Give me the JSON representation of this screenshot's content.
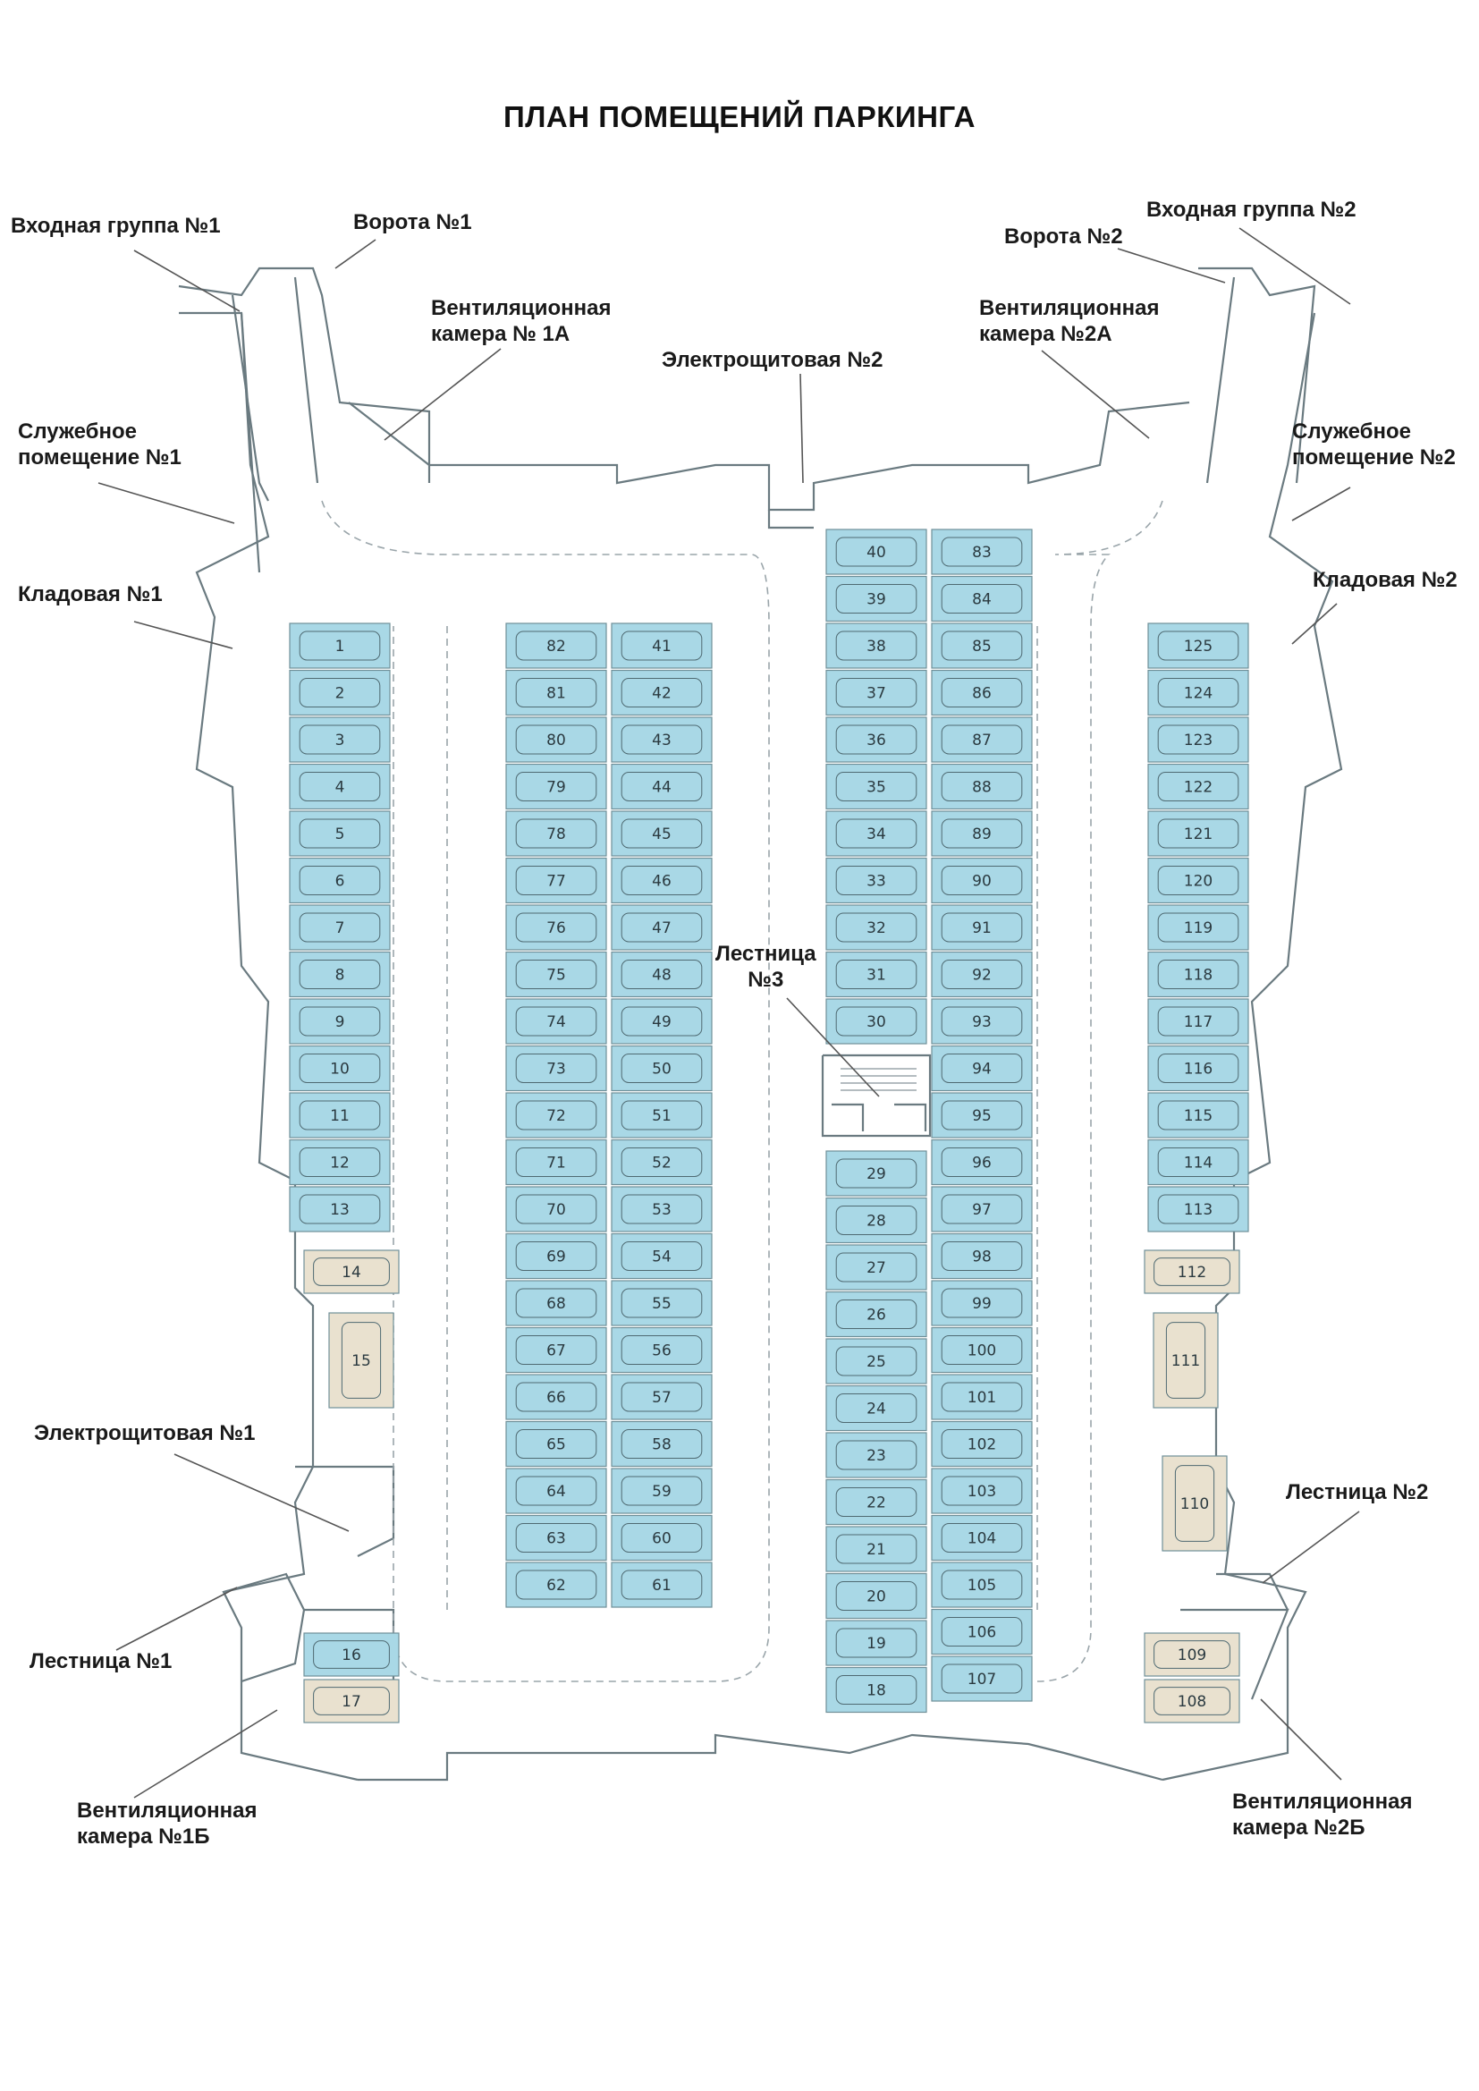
{
  "title": "ПЛАН ПОМЕЩЕНИЙ ПАРКИНГА",
  "colors": {
    "spot_blue": "#a9d8e6",
    "spot_beige": "#e9e1cf",
    "wall": "#6a7a80",
    "leader": "#555555"
  },
  "labels": {
    "entry1": "Входная группа №1",
    "gate1": "Ворота №1",
    "vent1a": [
      "Вентиляционная",
      "камера № 1А"
    ],
    "elec2": "Электрощитовая №2",
    "vent2a": [
      "Вентиляционная",
      "камера №2А"
    ],
    "gate2": "Ворота №2",
    "entry2": "Входная группа №2",
    "service1": [
      "Служебное",
      "помещение №1"
    ],
    "service2": [
      "Служебное",
      "помещение №2"
    ],
    "storage1": "Кладовая №1",
    "storage2": "Кладовая №2",
    "stair3": [
      "Лестница",
      "№3"
    ],
    "elec1": "Электрощитовая №1",
    "stair2": "Лестница №2",
    "stair1": "Лестница №1",
    "vent1b": [
      "Вентиляционная",
      "камера №1Б"
    ],
    "vent2b": [
      "Вентиляционная",
      "камера №2Б"
    ]
  },
  "spaces": {
    "col_far_left": [
      "1",
      "2",
      "3",
      "4",
      "5",
      "6",
      "7",
      "8",
      "9",
      "10",
      "11",
      "12",
      "13"
    ],
    "col_left_a": [
      "82",
      "81",
      "80",
      "79",
      "78",
      "77",
      "76",
      "75",
      "74",
      "73",
      "72",
      "71",
      "70",
      "69",
      "68",
      "67",
      "66",
      "65",
      "64",
      "63",
      "62"
    ],
    "col_left_b": [
      "41",
      "42",
      "43",
      "44",
      "45",
      "46",
      "47",
      "48",
      "49",
      "50",
      "51",
      "52",
      "53",
      "54",
      "55",
      "56",
      "57",
      "58",
      "59",
      "60",
      "61"
    ],
    "col_center_a_top": [
      "40",
      "39",
      "38",
      "37",
      "36",
      "35",
      "34",
      "33",
      "32",
      "31",
      "30"
    ],
    "col_center_a_bottom": [
      "29",
      "28",
      "27",
      "26",
      "25",
      "24",
      "23",
      "22",
      "21",
      "20",
      "19",
      "18"
    ],
    "col_center_b": [
      "83",
      "84",
      "85",
      "86",
      "87",
      "88",
      "89",
      "90",
      "91",
      "92",
      "93",
      "94",
      "95",
      "96",
      "97",
      "98",
      "99",
      "100",
      "101",
      "102",
      "103",
      "104",
      "105",
      "106",
      "107"
    ],
    "col_far_right": [
      "125",
      "124",
      "123",
      "122",
      "121",
      "120",
      "119",
      "118",
      "117",
      "116",
      "115",
      "114",
      "113"
    ],
    "beige": [
      "14",
      "15",
      "17",
      "112",
      "111",
      "110",
      "109",
      "108"
    ],
    "blue_single": [
      "16"
    ]
  }
}
